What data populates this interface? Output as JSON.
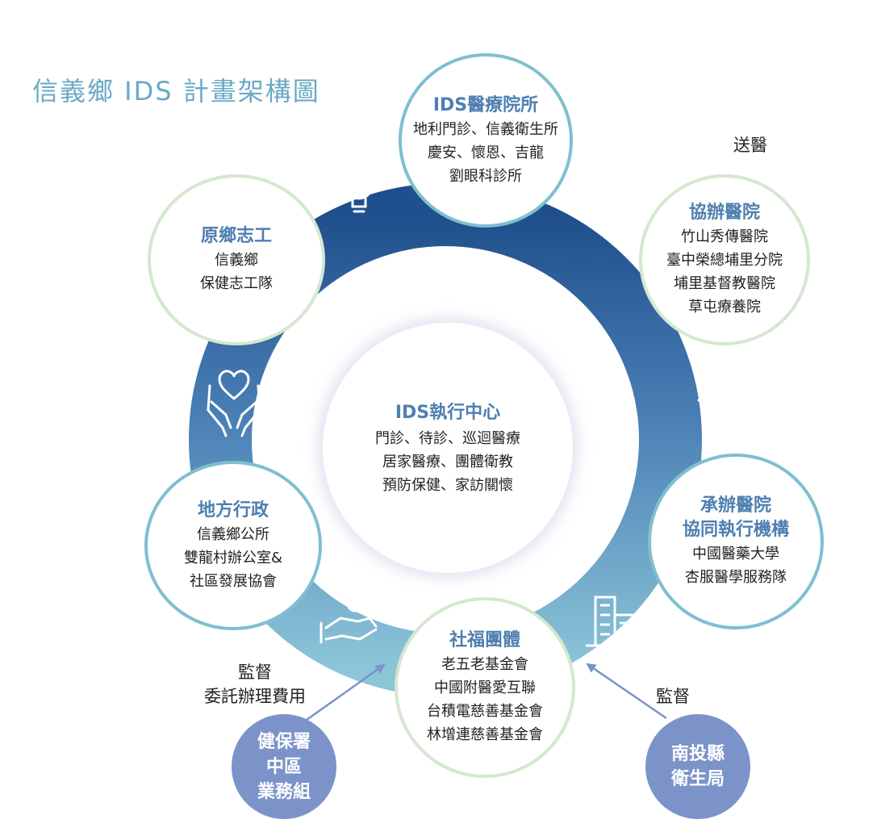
{
  "title": "信義鄉 IDS 計畫架構圖",
  "colors": {
    "ring_dark": "#1f4f8c",
    "ring_mid": "#4a7fb5",
    "ring_light": "#8cc4d8",
    "node_title": "#4f7fb0",
    "agency_fill": "#7b93c8",
    "title": "#6aa9c6"
  },
  "center": {
    "title": "IDS執行中心",
    "lines": [
      "門診、待診、巡迴醫療",
      "居家醫療、團體衛教",
      "預防保健、家訪關懷"
    ]
  },
  "nodes": {
    "top": {
      "title": "IDS醫療院所",
      "lines": [
        "地利門診、信義衛生所",
        "慶安、懷恩、吉龍",
        "劉眼科診所"
      ]
    },
    "right": {
      "title": "協辦醫院",
      "lines": [
        "竹山秀傳醫院",
        "臺中榮總埔里分院",
        "埔里基督教醫院",
        "草屯療養院"
      ]
    },
    "lowright": {
      "title_lines": [
        "承辦醫院",
        "協同執行機構"
      ],
      "lines": [
        "中國醫藥大學",
        "杏服醫學服務隊"
      ]
    },
    "bottom": {
      "title": "社福團體",
      "lines": [
        "老五老基金會",
        "中國附醫愛互聯",
        "台積電慈善基金會",
        "林增連慈善基金會"
      ]
    },
    "lowleft": {
      "title": "地方行政",
      "lines": [
        "信義鄉公所",
        "雙龍村辦公室&",
        "社區發展協會"
      ]
    },
    "left": {
      "title": "原鄉志工",
      "lines": [
        "信義鄉",
        "保健志工隊"
      ]
    }
  },
  "icons": [
    "lightbulb-icon",
    "heart-pulse-icon",
    "handshake-icon",
    "building-icon",
    "hand-coin-icon",
    "hands-heart-icon"
  ],
  "labels": {
    "send_medical": "送醫",
    "supervise_left_1": "監督",
    "supervise_left_2": "委託辦理費用",
    "supervise_right": "監督"
  },
  "agencies": {
    "nhi": {
      "lines": [
        "健保署",
        "中區",
        "業務組"
      ]
    },
    "health": {
      "lines": [
        "南投縣",
        "衛生局"
      ]
    }
  }
}
